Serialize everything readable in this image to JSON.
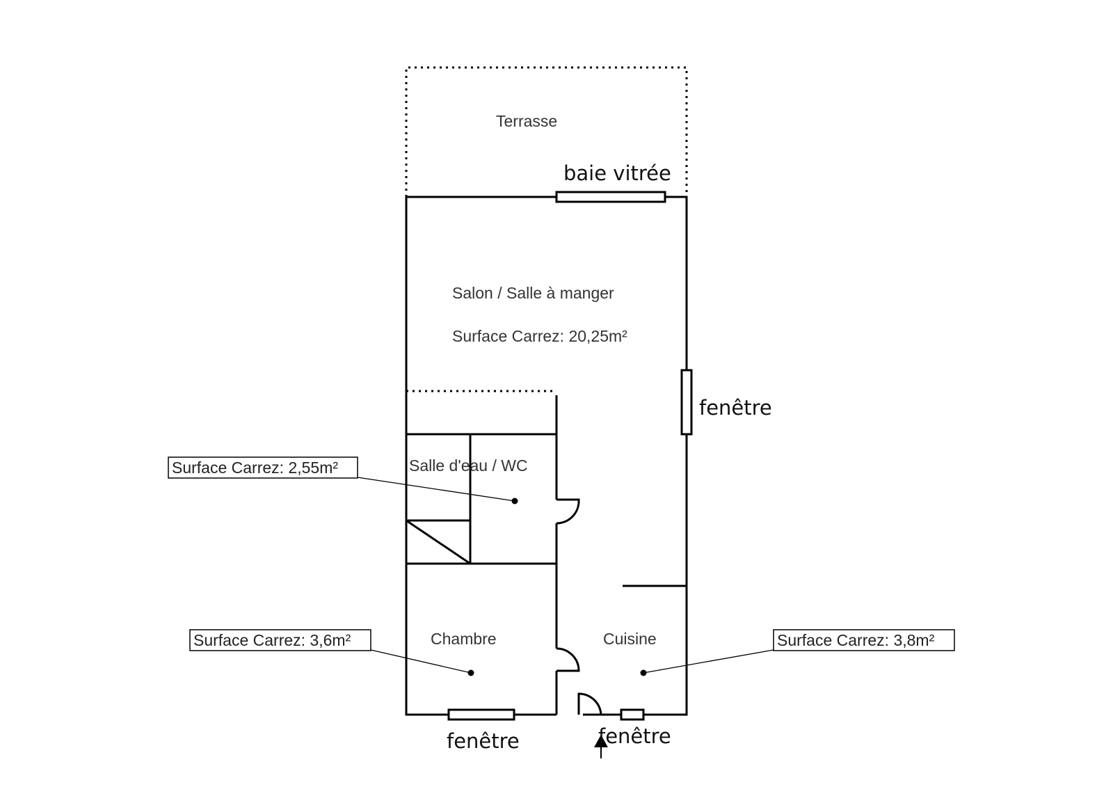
{
  "rooms": {
    "terrasse": "Terrasse",
    "salon": "Salon / Salle à manger",
    "salon_surface": "Surface Carrez: 20,25m²",
    "salle_eau": "Salle d'eau / WC",
    "chambre": "Chambre",
    "cuisine": "Cuisine"
  },
  "callouts": {
    "salle_eau_surface": "Surface Carrez: 2,55m²",
    "chambre_surface": "Surface Carrez: 3,6m²",
    "cuisine_surface": "Surface Carrez: 3,8m²"
  },
  "openings": {
    "baie_vitree": "baie vitrée",
    "fenetre_right": "fenêtre",
    "fenetre_bottom_left": "fenêtre",
    "fenetre_bottom_right": "fenêtre"
  }
}
